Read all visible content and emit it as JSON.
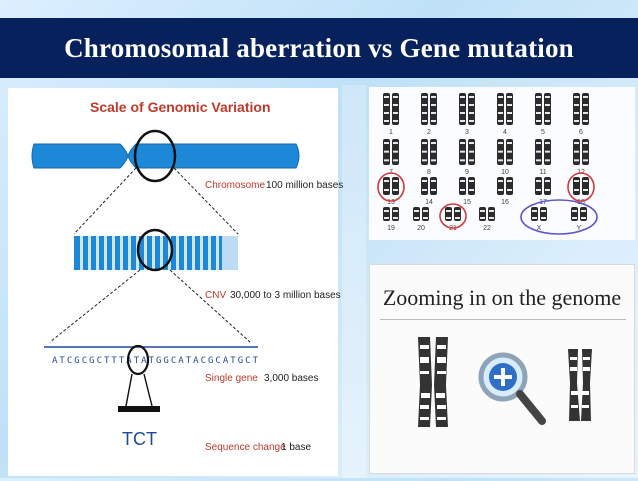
{
  "slide": {
    "title": "Chromosomal aberration vs Gene mutation"
  },
  "genomic_variation": {
    "title": "Scale of Genomic Variation",
    "chromosome_label": "Chromosome",
    "chromosome_size": "100 million bases",
    "cnv_label": "CNV",
    "cnv_size": "30,000 to 3 million bases",
    "sequence": "ATCGCGCTTTATATGGCATACGCATGCT",
    "single_gene_label": "Single gene",
    "single_gene_size": "3,000 bases",
    "sequence_change_label": "Sequence change",
    "sequence_change_size": "1 base",
    "tct": "TCT"
  },
  "karyotype": {
    "numbers": [
      "1",
      "2",
      "3",
      "4",
      "5",
      "6",
      "7",
      "8",
      "9",
      "10",
      "11",
      "12",
      "13",
      "14",
      "15",
      "16",
      "17",
      "18",
      "19",
      "20",
      "21",
      "22",
      "X",
      "Y"
    ]
  },
  "zoom": {
    "title": "Zooming in on the genome"
  },
  "colors": {
    "banner": "#06215c",
    "chromosome_blue": "#1e88d8",
    "label_red": "#c0392b",
    "circle_red": "#d23b3b",
    "circle_purple": "#5b57c8"
  },
  "icons": [
    "magnifier-plus-icon"
  ]
}
